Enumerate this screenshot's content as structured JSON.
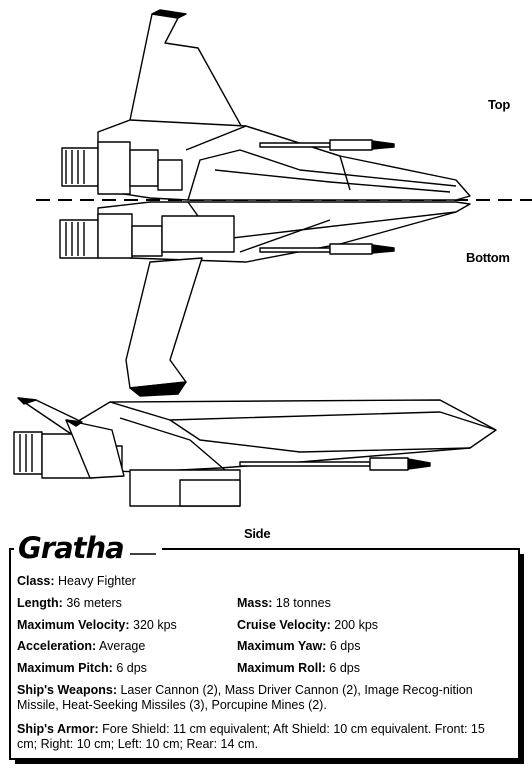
{
  "views": {
    "top_label": "Top",
    "bottom_label": "Bottom",
    "side_label": "Side"
  },
  "ship": {
    "name": "Gratha",
    "class_label": "Class:",
    "class_value": "Heavy Fighter",
    "length_label": "Length:",
    "length_value": "36 meters",
    "mass_label": "Mass:",
    "mass_value": "18 tonnes",
    "max_velocity_label": "Maximum Velocity:",
    "max_velocity_value": "320 kps",
    "cruise_velocity_label": "Cruise Velocity:",
    "cruise_velocity_value": "200 kps",
    "acceleration_label": "Acceleration:",
    "acceleration_value": "Average",
    "max_yaw_label": "Maximum Yaw:",
    "max_yaw_value": "6 dps",
    "max_pitch_label": "Maximum Pitch:",
    "max_pitch_value": "6 dps",
    "max_roll_label": "Maximum Roll:",
    "max_roll_value": "6 dps",
    "weapons_label": "Ship's Weapons:",
    "weapons_value": "Laser Cannon (2), Mass Driver Cannon (2), Image Recog-nition Missile, Heat-Seeking Missiles (3), Porcupine Mines (2).",
    "armor_label": "Ship's Armor:",
    "armor_value": "Fore Shield: 11 cm equivalent; Aft Shield: 10 cm equivalent. Front: 15 cm; Right: 10 cm; Left: 10 cm; Rear: 14 cm."
  }
}
